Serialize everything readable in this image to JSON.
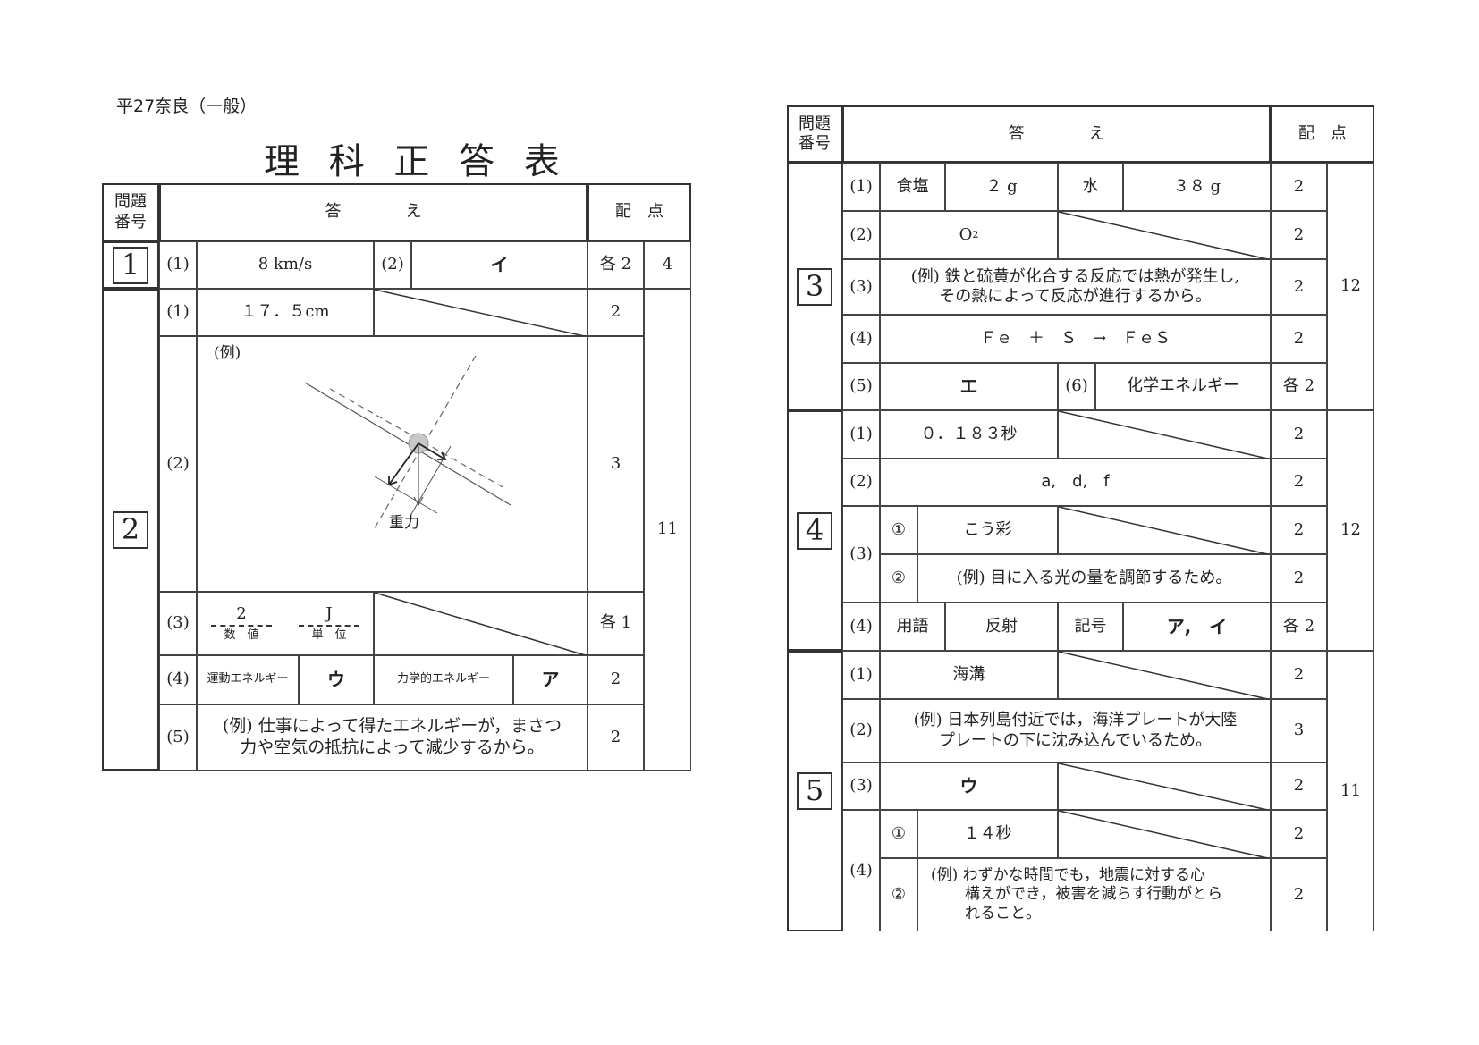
{
  "header": {
    "exam_label": "平27奈良（一般）",
    "title": "理 科 正 答 表"
  },
  "columns": {
    "problem_no_line1": "問題",
    "problem_no_line2": "番号",
    "answer": "答　　　　え",
    "points": "配　点"
  },
  "left_table": {
    "q1": {
      "number": "1",
      "sub1_label": "(1)",
      "sub1_answer": "8 km/s",
      "sub2_label": "(2)",
      "sub2_answer": "イ",
      "points": "各 2",
      "total": "4"
    },
    "q2": {
      "number": "2",
      "total": "11",
      "sub1": {
        "label": "(1)",
        "answer": "１７．５cm",
        "points": "2"
      },
      "sub2": {
        "label": "(2)",
        "example": "(例)",
        "diagram_label": "重力",
        "points": "3"
      },
      "sub3": {
        "label": "(3)",
        "value": "2",
        "value_caption": "数　値",
        "unit": "J",
        "unit_caption": "単　位",
        "points": "各 1"
      },
      "sub4": {
        "label": "(4)",
        "kinetic_label": "運動エネルギー",
        "kinetic_answer": "ウ",
        "mechanical_label": "力学的エネルギー",
        "mechanical_answer": "ア",
        "points": "2"
      },
      "sub5": {
        "label": "(5)",
        "answer_line1": "(例) 仕事によって得たエネルギーが，まさつ",
        "answer_line2": "力や空気の抵抗によって減少するから。",
        "points": "2"
      }
    }
  },
  "right_table": {
    "q3": {
      "number": "3",
      "total": "12",
      "sub1": {
        "label": "(1)",
        "salt_label": "食塩",
        "salt_value": "２ g",
        "water_label": "水",
        "water_value": "３８ g",
        "points": "2"
      },
      "sub2": {
        "label": "(2)",
        "answer": "O",
        "answer_sub": "2",
        "points": "2"
      },
      "sub3": {
        "label": "(3)",
        "answer_line1": "(例) 鉄と硫黄が化合する反応では熱が発生し,",
        "answer_line2": "その熱によって反応が進行するから。",
        "points": "2"
      },
      "sub4": {
        "label": "(4)",
        "answer": "Ｆｅ　＋　Ｓ　→　ＦｅＳ",
        "points": "2"
      },
      "sub5": {
        "label": "(5)",
        "answer": "エ",
        "sub6_label": "(6)",
        "sub6_answer": "化学エネルギー",
        "points": "各 2"
      }
    },
    "q4": {
      "number": "4",
      "total": "12",
      "sub1": {
        "label": "(1)",
        "answer": "０．１８３秒",
        "points": "2"
      },
      "sub2": {
        "label": "(2)",
        "answer": "a,　d,　f",
        "points": "2"
      },
      "sub3": {
        "label": "(3)",
        "item1": {
          "marker": "①",
          "answer": "こう彩",
          "points": "2"
        },
        "item2": {
          "marker": "②",
          "answer": "(例) 目に入る光の量を調節するため。",
          "points": "2"
        }
      },
      "sub4": {
        "label": "(4)",
        "term_label": "用語",
        "term_answer": "反射",
        "symbol_label": "記号",
        "symbol_answer": "ア,　イ",
        "points": "各 2"
      }
    },
    "q5": {
      "number": "5",
      "total": "11",
      "sub1": {
        "label": "(1)",
        "answer": "海溝",
        "points": "2"
      },
      "sub2": {
        "label": "(2)",
        "answer_line1": "(例) 日本列島付近では，海洋プレートが大陸",
        "answer_line2": "プレートの下に沈み込んでいるため。",
        "points": "3"
      },
      "sub3": {
        "label": "(3)",
        "answer": "ウ",
        "points": "2"
      },
      "sub4": {
        "label": "(4)",
        "item1": {
          "marker": "①",
          "answer": "１４秒",
          "points": "2"
        },
        "item2": {
          "marker": "②",
          "answer_line1": "(例) わずかな時間でも，地震に対する心",
          "answer_line2": "構えができ，被害を減らす行動がとら",
          "answer_line3": "れること。",
          "points": "2"
        }
      }
    }
  }
}
